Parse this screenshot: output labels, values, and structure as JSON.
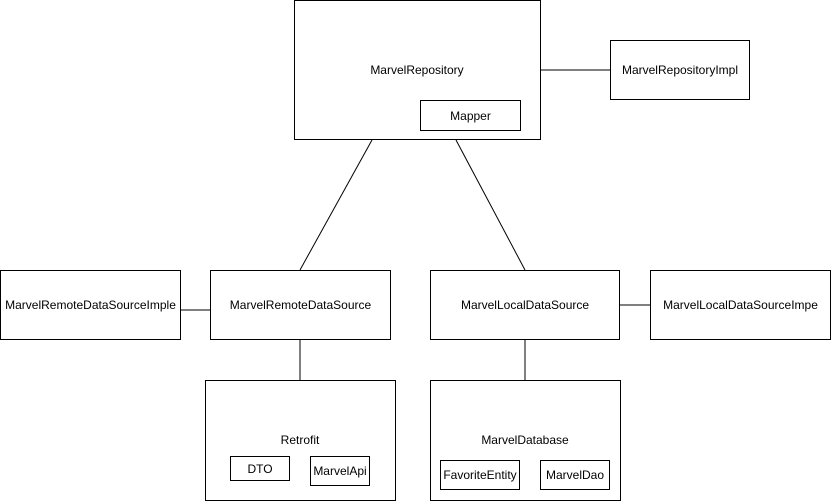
{
  "nodes": {
    "repository": {
      "label": "MarvelRepository",
      "mapper": "Mapper"
    },
    "repository_impl": {
      "label": "MarvelRepositoryImpl"
    },
    "remote_impl": {
      "label": "MarvelRemoteDataSourceImple"
    },
    "remote": {
      "label": "MarvelRemoteDataSource"
    },
    "local": {
      "label": "MarvelLocalDataSource"
    },
    "local_impl": {
      "label": "MarvelLocalDataSourceImpe"
    },
    "retrofit": {
      "label": "Retrofit",
      "dto": "DTO",
      "api": "MarvelApi"
    },
    "database": {
      "label": "MarvelDatabase",
      "entity": "FavoriteEntity",
      "dao": "MarvelDao"
    }
  },
  "edges": [
    {
      "from": "MarvelRepository",
      "to": "MarvelRepositoryImpl"
    },
    {
      "from": "MarvelRepository",
      "to": "MarvelRemoteDataSource"
    },
    {
      "from": "MarvelRepository",
      "to": "MarvelLocalDataSource"
    },
    {
      "from": "MarvelRemoteDataSource",
      "to": "MarvelRemoteDataSourceImple"
    },
    {
      "from": "MarvelLocalDataSource",
      "to": "MarvelLocalDataSourceImpe"
    },
    {
      "from": "MarvelRemoteDataSource",
      "to": "Retrofit"
    },
    {
      "from": "MarvelLocalDataSource",
      "to": "MarvelDatabase"
    }
  ],
  "colors": {
    "stroke": "#000000",
    "fill": "#ffffff",
    "background": "#ffffff"
  }
}
